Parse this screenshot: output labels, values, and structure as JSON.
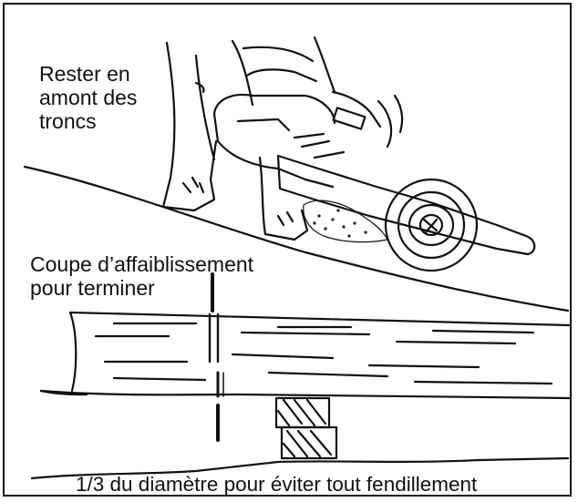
{
  "labels": {
    "stay_uphill": "Rester en\namont des\ntroncs",
    "weakening_cut": "Coupe d’affaiblissement\npour terminer",
    "one_third": "1/3 du diamètre pour éviter tout fendillement"
  },
  "colors": {
    "ink": "#111111",
    "background": "#ffffff"
  },
  "icons": [
    "chainsaw-icon",
    "person-figure",
    "log-icon",
    "support-blocks"
  ]
}
